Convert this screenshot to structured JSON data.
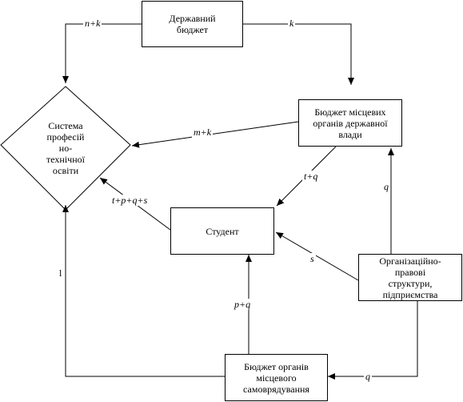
{
  "nodes": {
    "state_budget": "Державний\nбюджет",
    "local_state_budget": "Бюджет місцевих\nорганів державної\nвлади",
    "vet_system": "Система\nпрофесій\nно-\nтехнічної\nосвіти",
    "student": "Студент",
    "org_legal": "Організаційно-\nправові\nструктури,\nпідприємства",
    "self_gov_budget": "Бюджет органів\nмісцевого\nсамоврядування"
  },
  "edges": {
    "state_to_vet": "n+k",
    "state_to_local": "k",
    "local_to_vet": "m+k",
    "local_to_student": "t+q",
    "org_to_local": "q",
    "student_to_vet": "t+p+q+s",
    "org_to_student": "s",
    "self_gov_to_student": "p+q",
    "self_gov_to_vet": "l",
    "org_to_self_gov": "q"
  }
}
